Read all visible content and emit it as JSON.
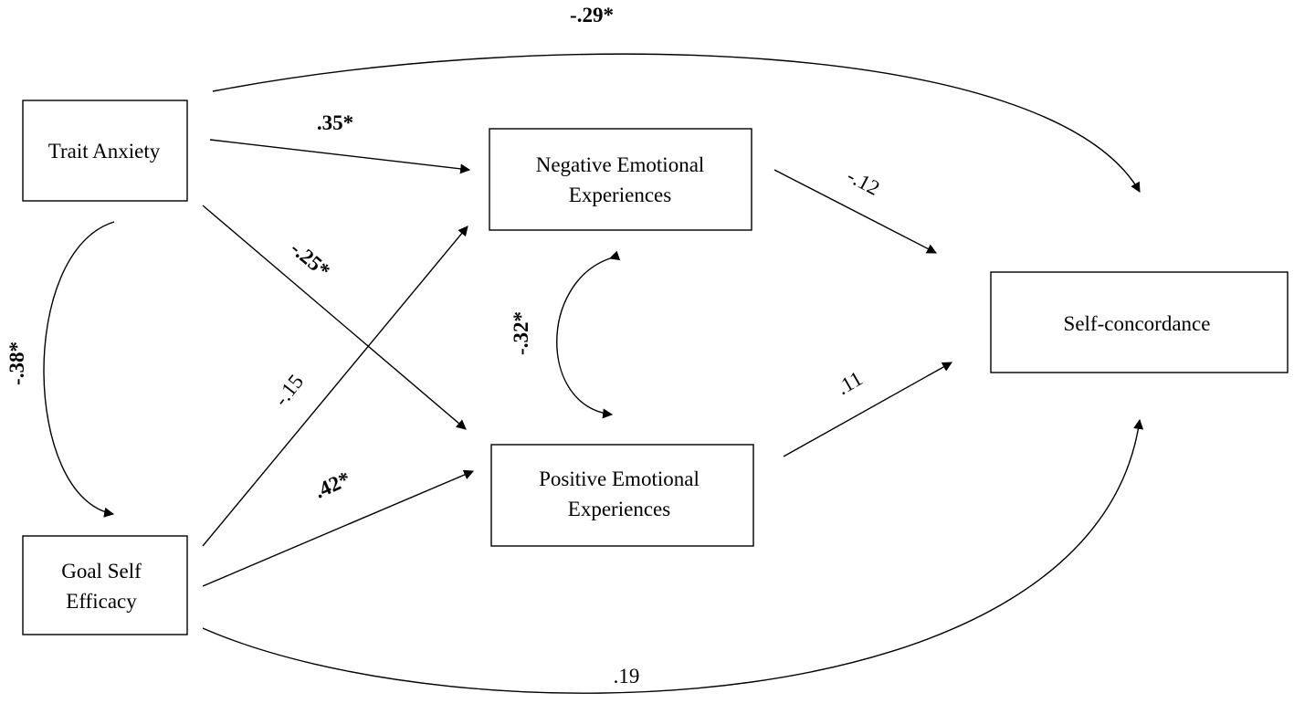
{
  "nodes": {
    "trait_anxiety": {
      "lines": [
        "Trait Anxiety"
      ]
    },
    "goal_self_efficacy": {
      "lines": [
        "Goal Self",
        "Efficacy"
      ]
    },
    "negative_emotional": {
      "lines": [
        "Negative Emotional",
        "Experiences"
      ]
    },
    "positive_emotional": {
      "lines": [
        "Positive Emotional",
        "Experiences"
      ]
    },
    "self_concordance": {
      "lines": [
        "Self-concordance"
      ]
    }
  },
  "coefficients": {
    "trait_to_self": "-.29*",
    "trait_to_negative": ".35*",
    "trait_to_positive": "-.25*",
    "trait_goal_correlation": "-.38*",
    "goal_to_negative": "-.15",
    "goal_to_positive": ".42*",
    "negative_to_self": "-.12",
    "positive_to_self": ".11",
    "neg_pos_correlation": "-.32*",
    "goal_to_self": ".19"
  }
}
